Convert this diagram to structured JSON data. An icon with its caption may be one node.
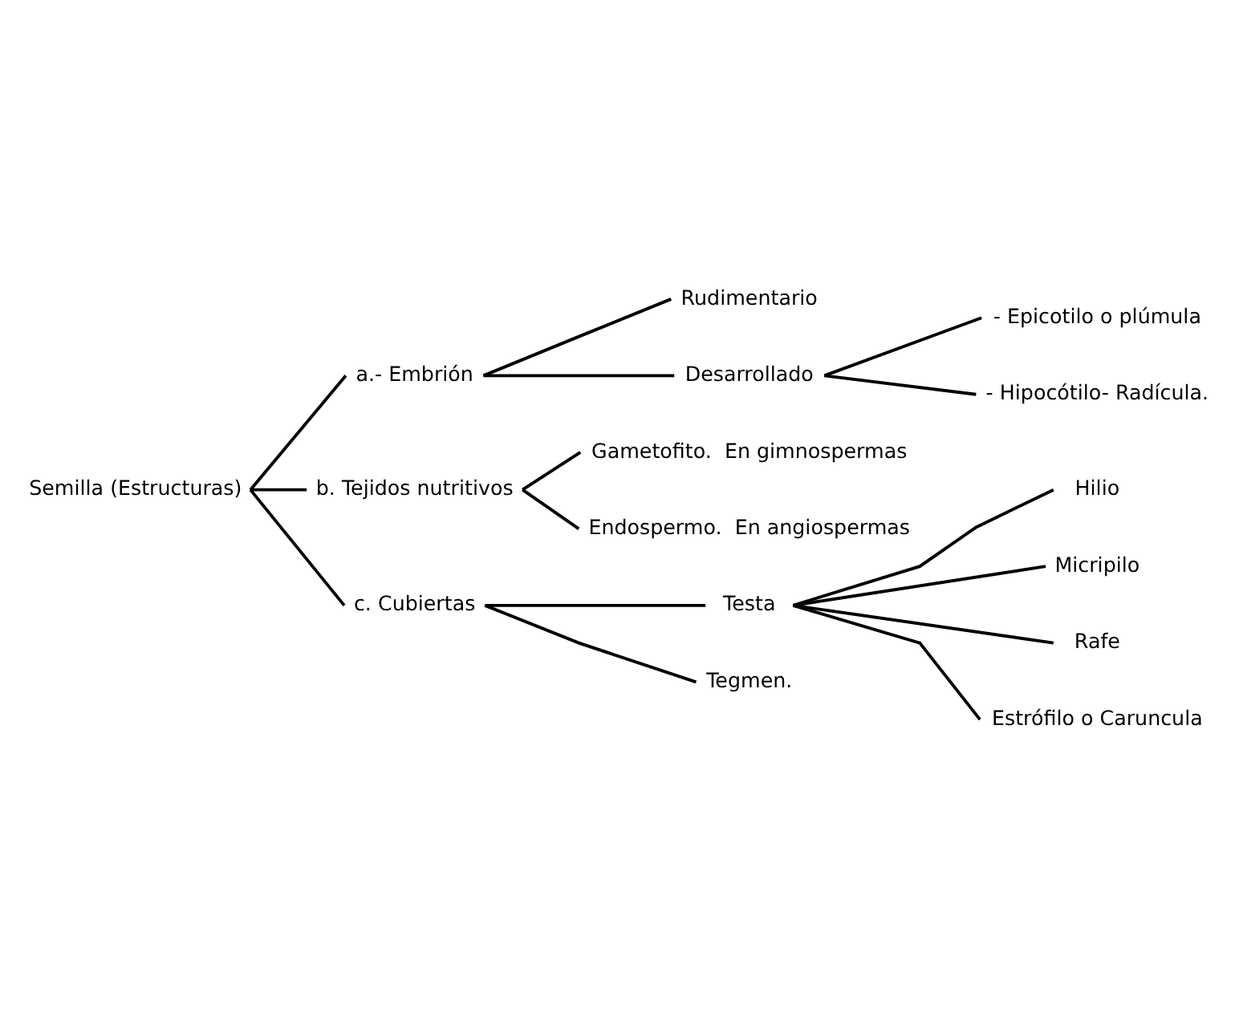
{
  "diagram": {
    "nodes": [
      {
        "text": [
          "Semilla (Estructuras)"
        ]
      },
      {
        "text": [
          "a.- Embrión"
        ]
      },
      {
        "text": [
          "Rudimentario"
        ]
      },
      {
        "text": [
          "Desarrollado"
        ]
      },
      {
        "text": [
          "- Epicotilo o plúmula"
        ]
      },
      {
        "text": [
          "- Hipocótilo- Radícula."
        ]
      },
      {
        "text": [
          "b. Tejidos nutritivos"
        ]
      },
      {
        "text": [
          "Gametofito.  En gimnospermas"
        ]
      },
      {
        "text": [
          "Endospermo.  En angiospermas"
        ]
      },
      {
        "text": [
          "c. Cubiertas"
        ]
      },
      {
        "text": [
          "Testa"
        ]
      },
      {
        "text": [
          "Hilio"
        ]
      },
      {
        "text": [
          "Micripilo"
        ]
      },
      {
        "text": [
          "Rafe"
        ]
      },
      {
        "text": [
          "Estrófilo o Caruncula"
        ]
      },
      {
        "text": [
          "Tegmen."
        ]
      }
    ],
    "edges": [
      {
        "from": 0,
        "to": 1,
        "arrow": "none"
      },
      {
        "from": 0,
        "to": 6,
        "arrow": "none"
      },
      {
        "from": 0,
        "to": 9,
        "arrow": "none"
      },
      {
        "from": 1,
        "to": 2,
        "arrow": "none"
      },
      {
        "from": 1,
        "to": 3,
        "arrow": "none"
      },
      {
        "from": 3,
        "to": 4,
        "arrow": "none"
      },
      {
        "from": 3,
        "to": 5,
        "arrow": "none"
      },
      {
        "from": 6,
        "to": 7,
        "arrow": "none"
      },
      {
        "from": 6,
        "to": 8,
        "arrow": "none"
      },
      {
        "from": 9,
        "to": 10,
        "arrow": "none"
      },
      {
        "from": 9,
        "to": 15,
        "arrow": "none"
      },
      {
        "from": 10,
        "to": 11,
        "arrow": "none"
      },
      {
        "from": 10,
        "to": 12,
        "arrow": "none"
      },
      {
        "from": 10,
        "to": 13,
        "arrow": "none"
      },
      {
        "from": 10,
        "to": 14,
        "arrow": "none"
      }
    ]
  }
}
